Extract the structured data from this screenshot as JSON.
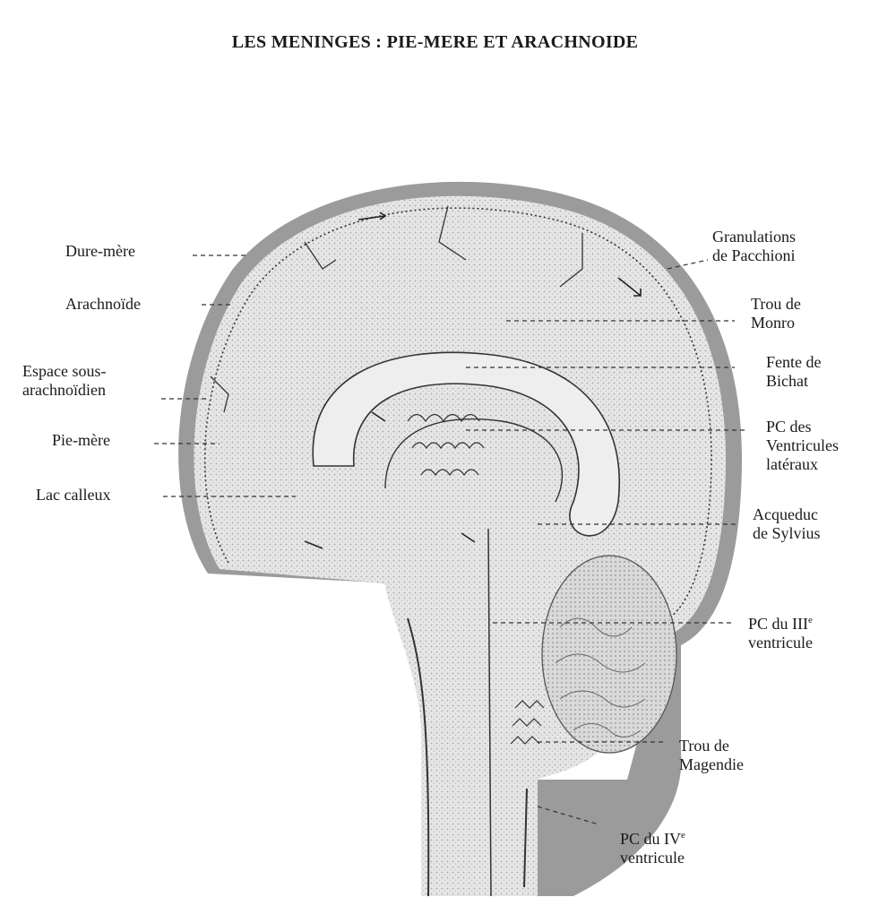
{
  "title": "LES MENINGES : PIE-MERE ET ARACHNOIDE",
  "labels_left": {
    "dure_mere": "Dure-mère",
    "arachnoide": "Arachnoïde",
    "espace_line1": "Espace sous-",
    "espace_line2": "arachnoïdien",
    "pie_mere": "Pie-mère",
    "lac_calleux": "Lac calleux"
  },
  "labels_right": {
    "granulations_line1": "Granulations",
    "granulations_line2": "de Pacchioni",
    "trou_monro_line1": "Trou de",
    "trou_monro_line2": "Monro",
    "fente_line1": "Fente de",
    "fente_line2": "Bichat",
    "pc_ventricules_line1": "PC des",
    "pc_ventricules_line2": "Ventricules",
    "pc_ventricules_line3": "latéraux",
    "acqueduc_line1": "Acqueduc",
    "acqueduc_line2": "de Sylvius",
    "pc_iii_prefix": "PC du III",
    "pc_iii_sup": "e",
    "pc_iii_line2": "ventricule",
    "magendie_line1": "Trou  de",
    "magendie_line2": "Magendie",
    "pc_iv_prefix": "PC du IV",
    "pc_iv_sup": "e",
    "pc_iv_line2": "ventricule"
  },
  "colors": {
    "ink": "#1a1a1a",
    "dura": "#6e6e6e",
    "stipple": "#cfcfcf"
  }
}
